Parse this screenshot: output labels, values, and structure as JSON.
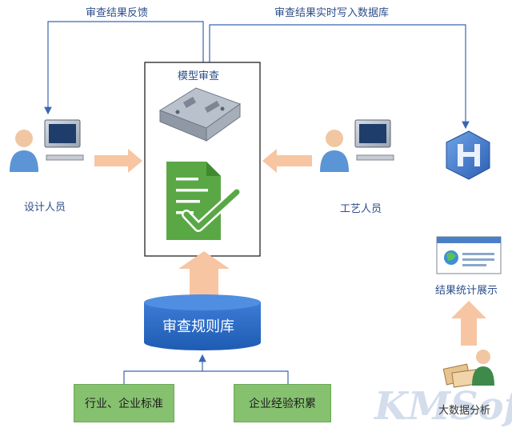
{
  "labels": {
    "feedback": "审查结果反馈",
    "write_db": "审查结果实时写入数据库",
    "model_review": "模型审查",
    "designer": "设计人员",
    "craftsman": "工艺人员",
    "result_display": "结果统计展示",
    "big_data": "大数据分析",
    "rule_db": "审查规则库",
    "industry_std": "行业、企业标准",
    "experience": "企业经验积累"
  },
  "watermark": "KMSoft",
  "colors": {
    "line_blue": "#3a66b0",
    "arrow_orange": "#f7c5a2",
    "db_blue": "#2d6bc4",
    "box_green": "#86c16f",
    "doc_green": "#5aa845"
  }
}
